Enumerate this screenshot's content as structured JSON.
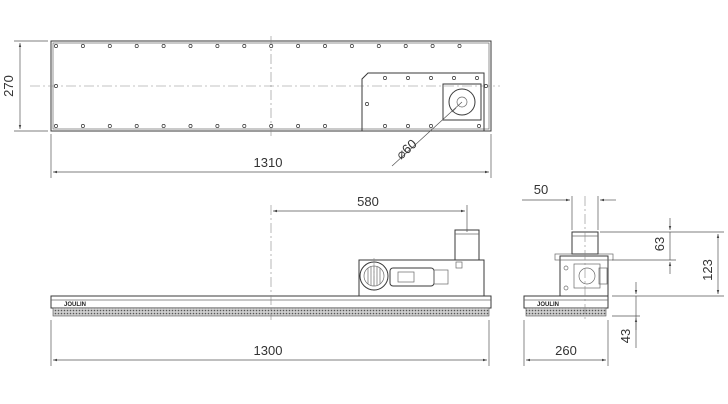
{
  "drawing": {
    "top_view": {
      "dim_width": "1310",
      "dim_height": "270",
      "dim_diameter_symbol": "⌀",
      "dim_diameter_value": "60"
    },
    "front_view": {
      "dim_length": "1300",
      "dim_offset": "580",
      "brand": "JOULIN"
    },
    "side_view": {
      "dim_width": "260",
      "dim_top": "50",
      "dim_upper": "63",
      "dim_total": "123",
      "dim_lower": "43",
      "brand": "JOULIN"
    }
  }
}
